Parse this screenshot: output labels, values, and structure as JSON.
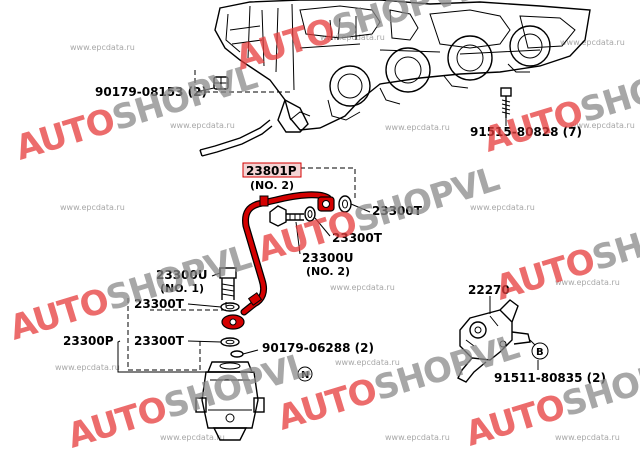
{
  "watermark_site": "www.epcdata.ru",
  "logo": {
    "part1": "AUTO",
    "part2": "SHOPVL"
  },
  "colors": {
    "highlight": "#d40000",
    "logo_red": "#e63c3c",
    "logo_gray": "#8a8a8a",
    "watermark": "#a8a8a8"
  },
  "labels": {
    "hose_part": "23801P",
    "hose_note": "(NO. 2)",
    "bolt_left_top": "90179-08153 (2)",
    "bolt_right_top": "91515-80828 (7)",
    "gasket_top": "23300T",
    "gasket_mid": "23300T",
    "union_bolt": "23300U",
    "union_bolt_note": "(NO. 2)",
    "union_bolt_lower": "23300U",
    "union_bolt_lower_note": "(NO. 1)",
    "gasket_left1": "23300T",
    "gasket_left2": "23300T",
    "filter_assy": "23300P",
    "nut_label": "90179-06288 (2)",
    "nut_marker": "N",
    "regulator": "22270",
    "screw_label": "91511-80835 (2)",
    "screw_marker": "B"
  }
}
